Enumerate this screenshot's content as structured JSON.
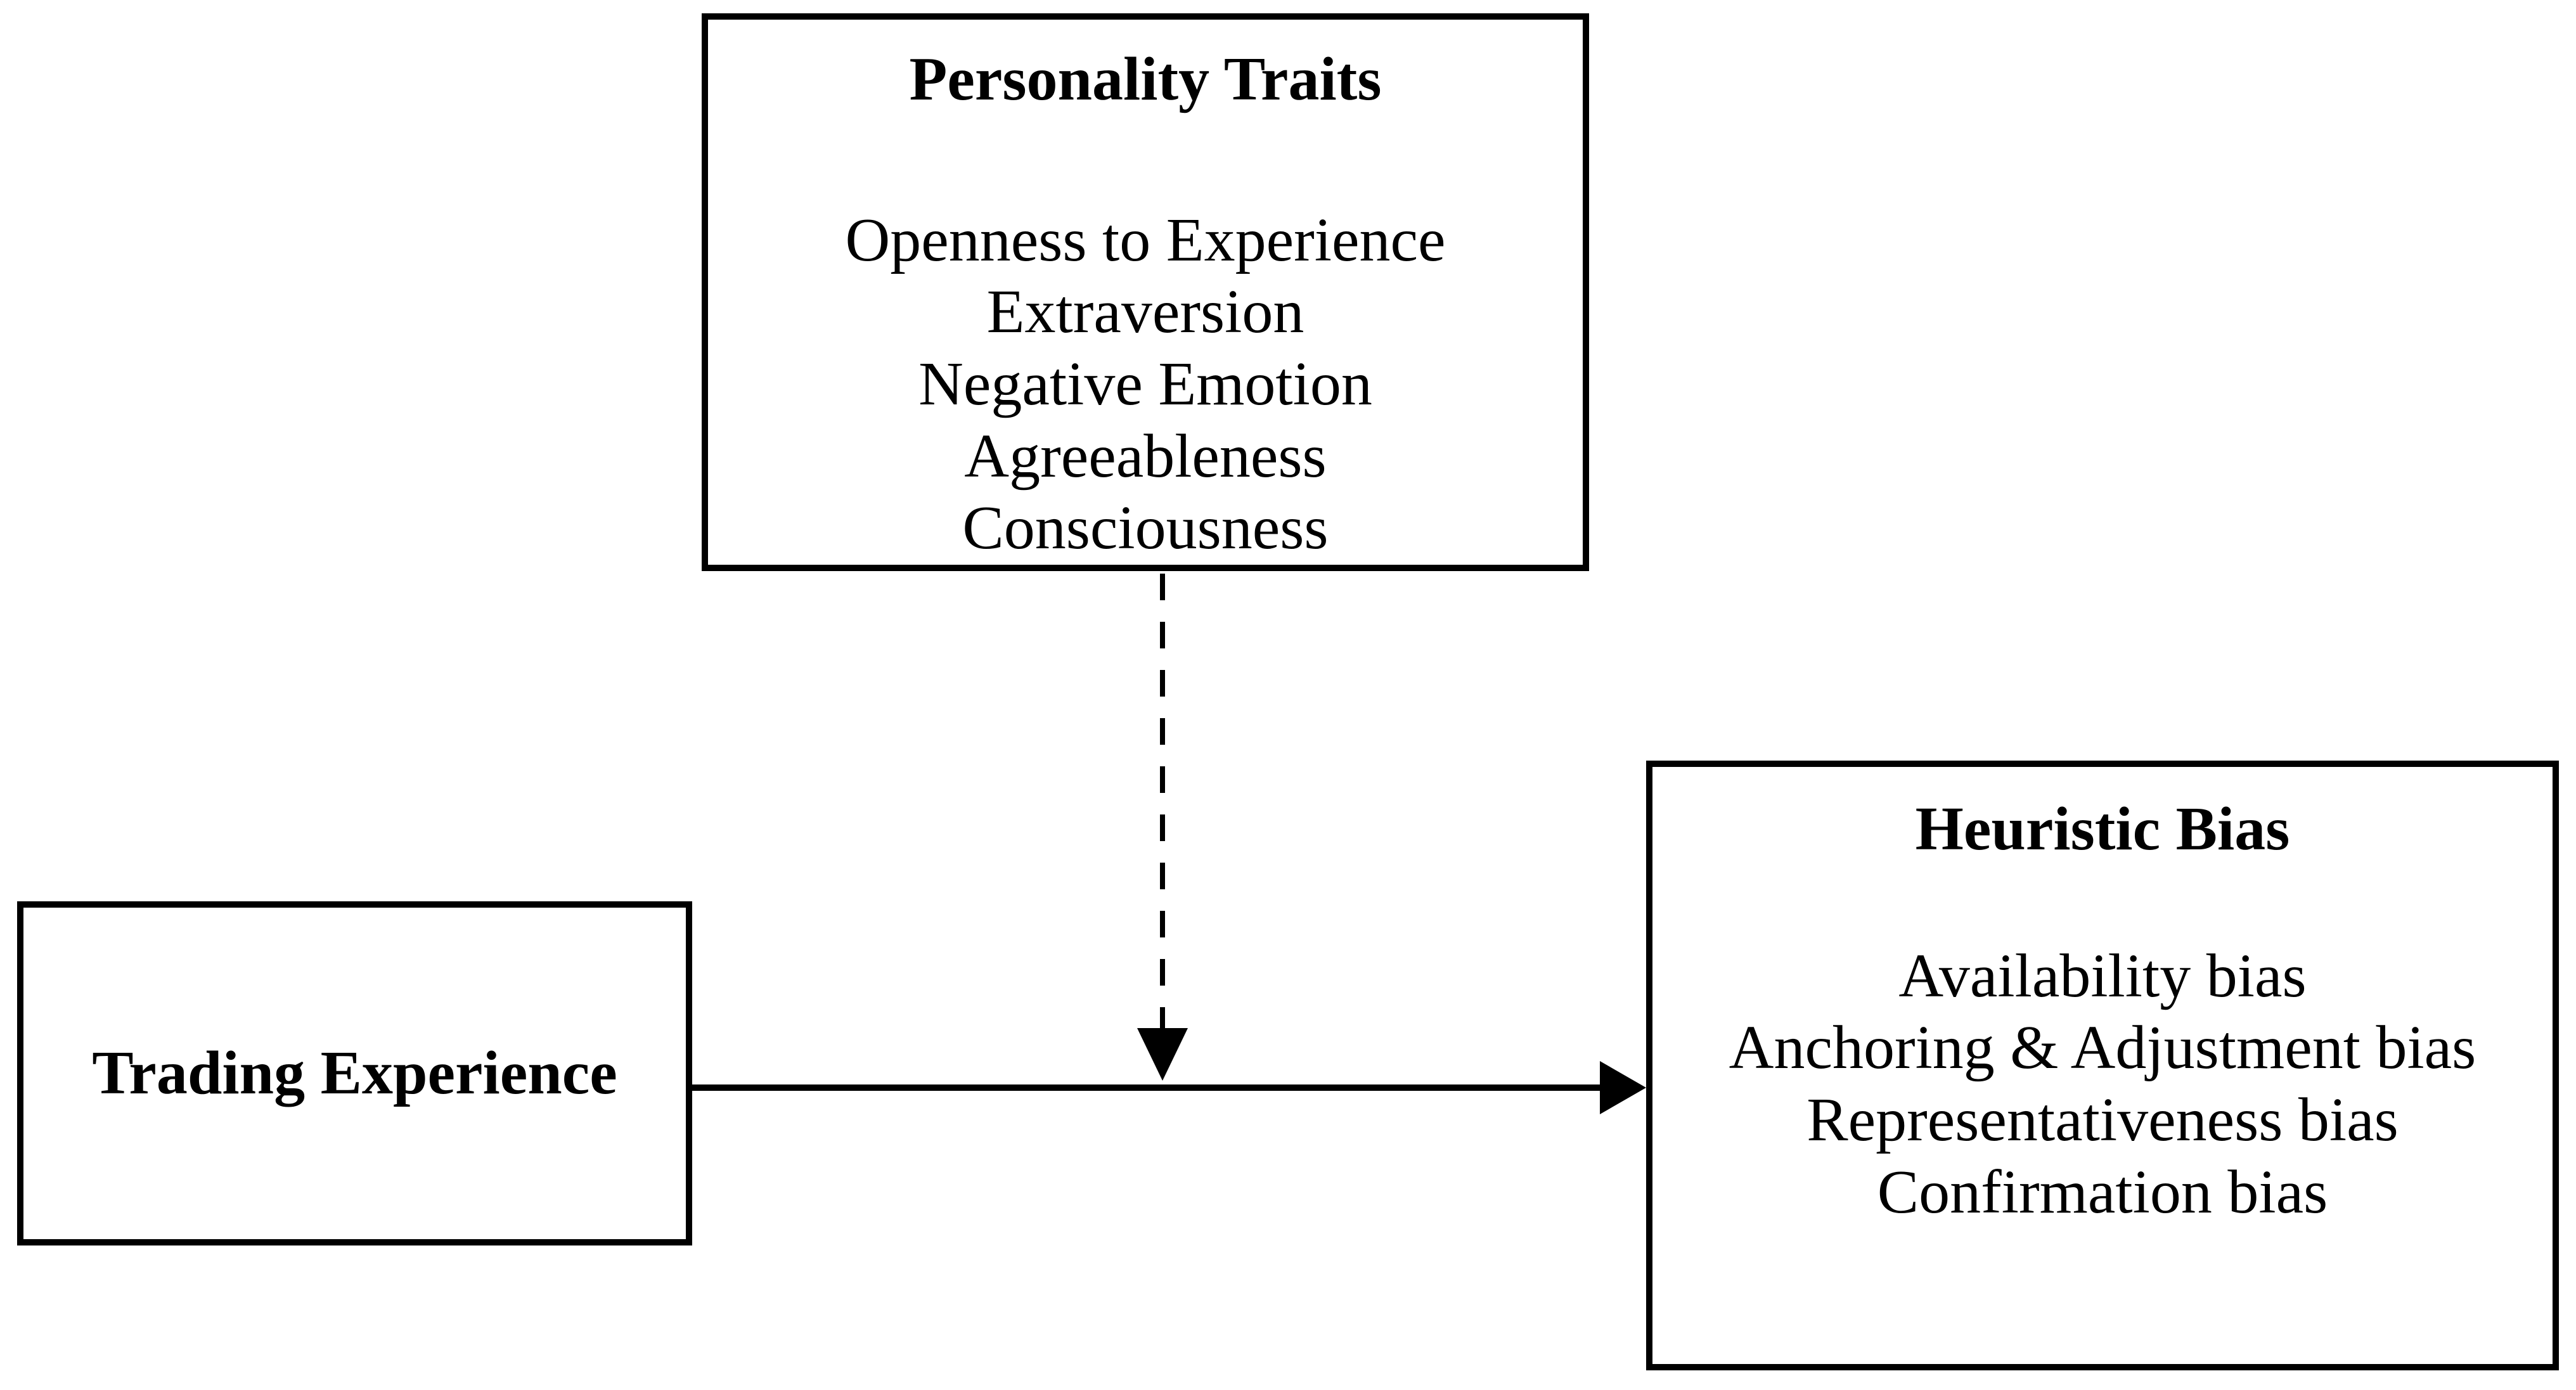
{
  "diagram": {
    "personality_box": {
      "title": "Personality Traits",
      "items": [
        "Openness to Experience",
        "Extraversion",
        "Negative Emotion",
        "Agreeableness",
        "Consciousness"
      ]
    },
    "trading_box": {
      "title": "Trading Experience"
    },
    "heuristic_box": {
      "title": "Heuristic Bias",
      "items": [
        "Availability bias",
        "Anchoring & Adjustment bias",
        "Representativeness bias",
        "Confirmation bias"
      ]
    },
    "arrows": {
      "direct_effect": "solid-arrow-trading-to-heuristic",
      "moderation_effect": "dashed-arrow-personality-to-path"
    },
    "colors": {
      "line": "#000000",
      "text": "#000000",
      "background": "#ffffff"
    }
  }
}
